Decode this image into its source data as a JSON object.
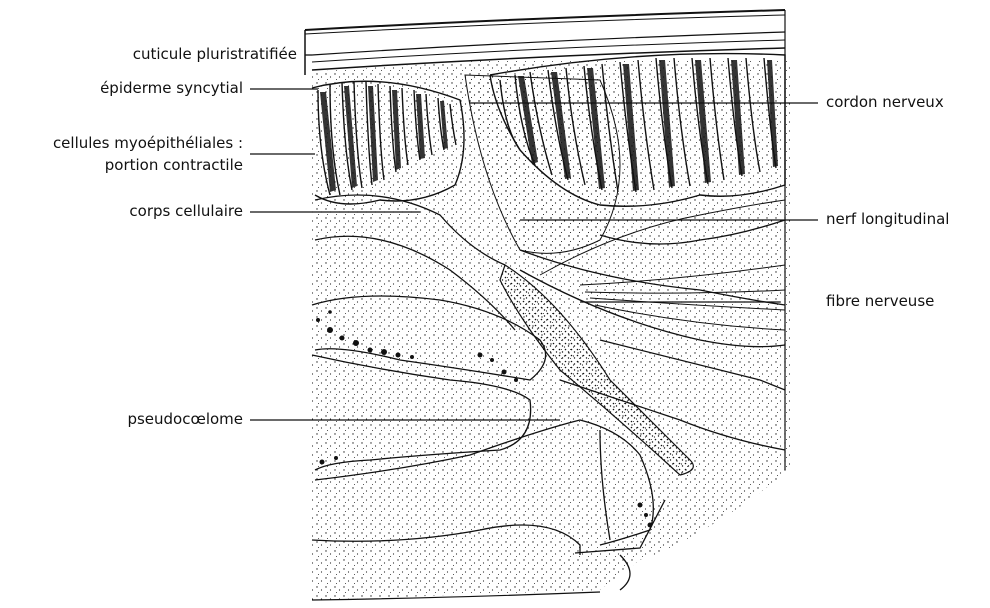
{
  "figure": {
    "colors": {
      "ink": "#111111",
      "paper": "#ffffff"
    },
    "labels_left": {
      "cuticule": "cuticule pluristratifiée",
      "epiderme": "épiderme syncytial",
      "myo_line1": "cellules myoépithéliales :",
      "myo_line2": "portion contractile",
      "corps": "corps cellulaire",
      "pseudo": "pseudocœlome"
    },
    "labels_right": {
      "cordon": "cordon nerveux",
      "nerf": "nerf longitudinal",
      "fibre": "fibre nerveuse"
    }
  }
}
